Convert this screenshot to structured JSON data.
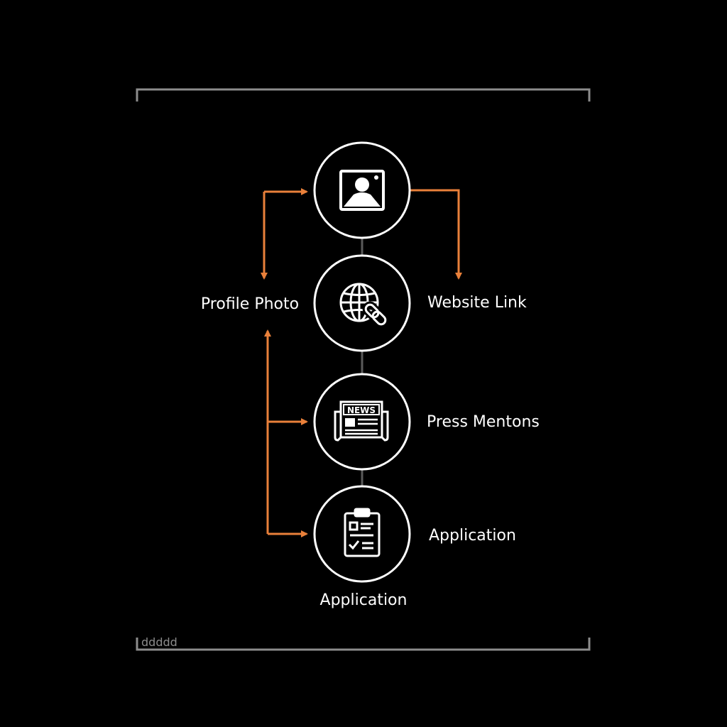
{
  "colors": {
    "background": "#000000",
    "frame": "#8c8c8c",
    "frame_label": "#8c8c8c",
    "node_stroke": "#ffffff",
    "icon": "#ffffff",
    "connector": "#5a5a5a",
    "arrow": "#e9803a",
    "text": "#ffffff"
  },
  "frame": {
    "corner_label": "ddddd"
  },
  "nodes": [
    {
      "id": "profile-photo",
      "icon": "image-icon"
    },
    {
      "id": "website-link",
      "icon": "globe-link-icon"
    },
    {
      "id": "press-mentions",
      "icon": "newspaper-icon",
      "icon_text": "NEWS"
    },
    {
      "id": "application",
      "icon": "clipboard-checklist-icon"
    }
  ],
  "labels": {
    "profile_photo": "Profile Photo",
    "website_link": "Website Link",
    "press_mentions": "Press Mentons",
    "application_right": "Application",
    "application_bottom": "Application"
  }
}
